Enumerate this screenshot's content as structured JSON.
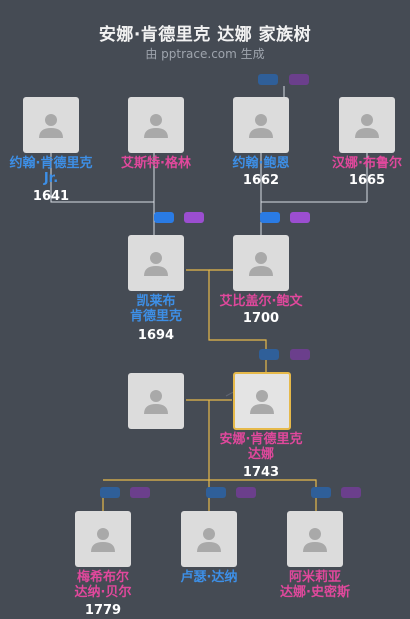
{
  "header": {
    "title": "安娜·肯德里克 达娜 家族树",
    "subtitle": "由 pptrace.com 生成"
  },
  "people": {
    "p1": {
      "name_lines": [
        "约翰·肯德里克",
        "Jr."
      ],
      "year": "1641",
      "gender": "male"
    },
    "p2": {
      "name_lines": [
        "艾斯特·格林"
      ],
      "year": "",
      "gender": "female"
    },
    "p3": {
      "name_lines": [
        "约翰·鲍恩"
      ],
      "year": "1662",
      "gender": "male"
    },
    "p4": {
      "name_lines": [
        "汉娜·布鲁尔"
      ],
      "year": "1665",
      "gender": "female"
    },
    "p5": {
      "name_lines": [
        "凯莱布",
        "肯德里克"
      ],
      "year": "1694",
      "gender": "male"
    },
    "p6": {
      "name_lines": [
        "艾比盖尔·鲍文"
      ],
      "year": "1700",
      "gender": "female"
    },
    "p7": {
      "name_lines": [],
      "year": "",
      "gender": "unknown"
    },
    "p8": {
      "name_lines": [
        "安娜·肯德里克",
        "达娜"
      ],
      "year": "1743",
      "gender": "female",
      "selected": true
    },
    "p9": {
      "name_lines": [
        "梅希布尔",
        "达纳·贝尔"
      ],
      "year": "1779",
      "gender": "female"
    },
    "p10": {
      "name_lines": [
        "卢瑟·达纳"
      ],
      "year": "",
      "gender": "male"
    },
    "p11": {
      "name_lines": [
        "阿米莉亚",
        "达娜·史密斯"
      ],
      "year": "",
      "gender": "female"
    }
  },
  "colors": {
    "background": "#454b54",
    "male": "#3d8fe6",
    "female": "#e0489c",
    "line": "#d8dde4",
    "highlight_line": "#e6b94a"
  }
}
